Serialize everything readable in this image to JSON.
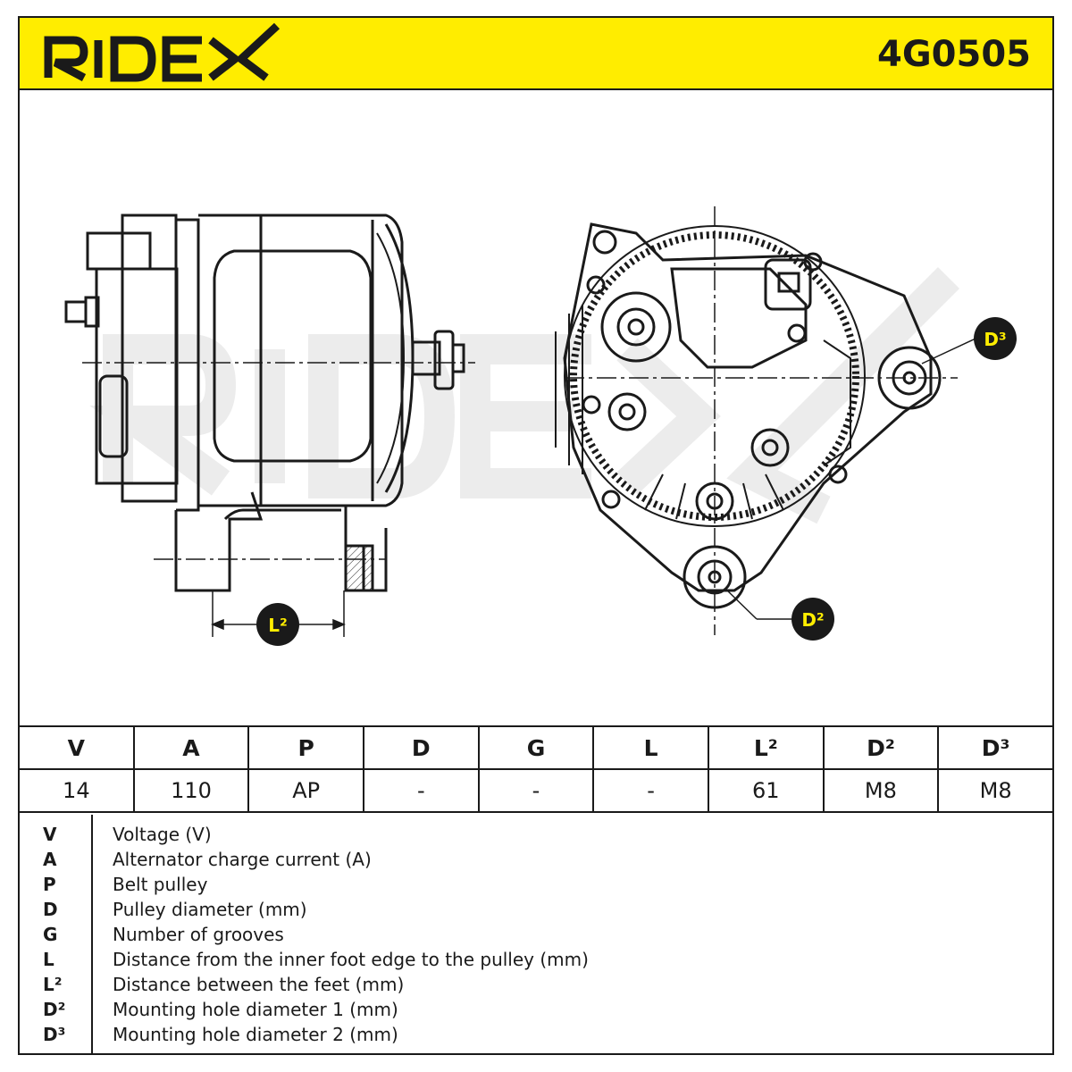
{
  "brand": {
    "logo_text": "RIDEX",
    "accent": "#ffed00"
  },
  "header": {
    "part_number": "4G0505"
  },
  "drawing": {
    "badges": {
      "l2": "L²",
      "d2": "D²",
      "d3": "D³"
    }
  },
  "spec_table": {
    "headers": [
      "V",
      "A",
      "P",
      "D",
      "G",
      "L",
      "L²",
      "D²",
      "D³"
    ],
    "values": [
      "14",
      "110",
      "AP",
      "-",
      "-",
      "-",
      "61",
      "M8",
      "M8"
    ]
  },
  "legend": [
    {
      "key": "V",
      "desc": "Voltage (V)"
    },
    {
      "key": "A",
      "desc": "Alternator charge current (A)"
    },
    {
      "key": "P",
      "desc": "Belt pulley"
    },
    {
      "key": "D",
      "desc": "Pulley diameter (mm)"
    },
    {
      "key": "G",
      "desc": "Number of grooves"
    },
    {
      "key": "L",
      "desc": "Distance from the inner foot edge to the pulley (mm)"
    },
    {
      "key": "L²",
      "desc": "Distance between the feet (mm)"
    },
    {
      "key": "D²",
      "desc": "Mounting hole diameter 1 (mm)"
    },
    {
      "key": "D³",
      "desc": "Mounting hole diameter 2 (mm)"
    }
  ]
}
